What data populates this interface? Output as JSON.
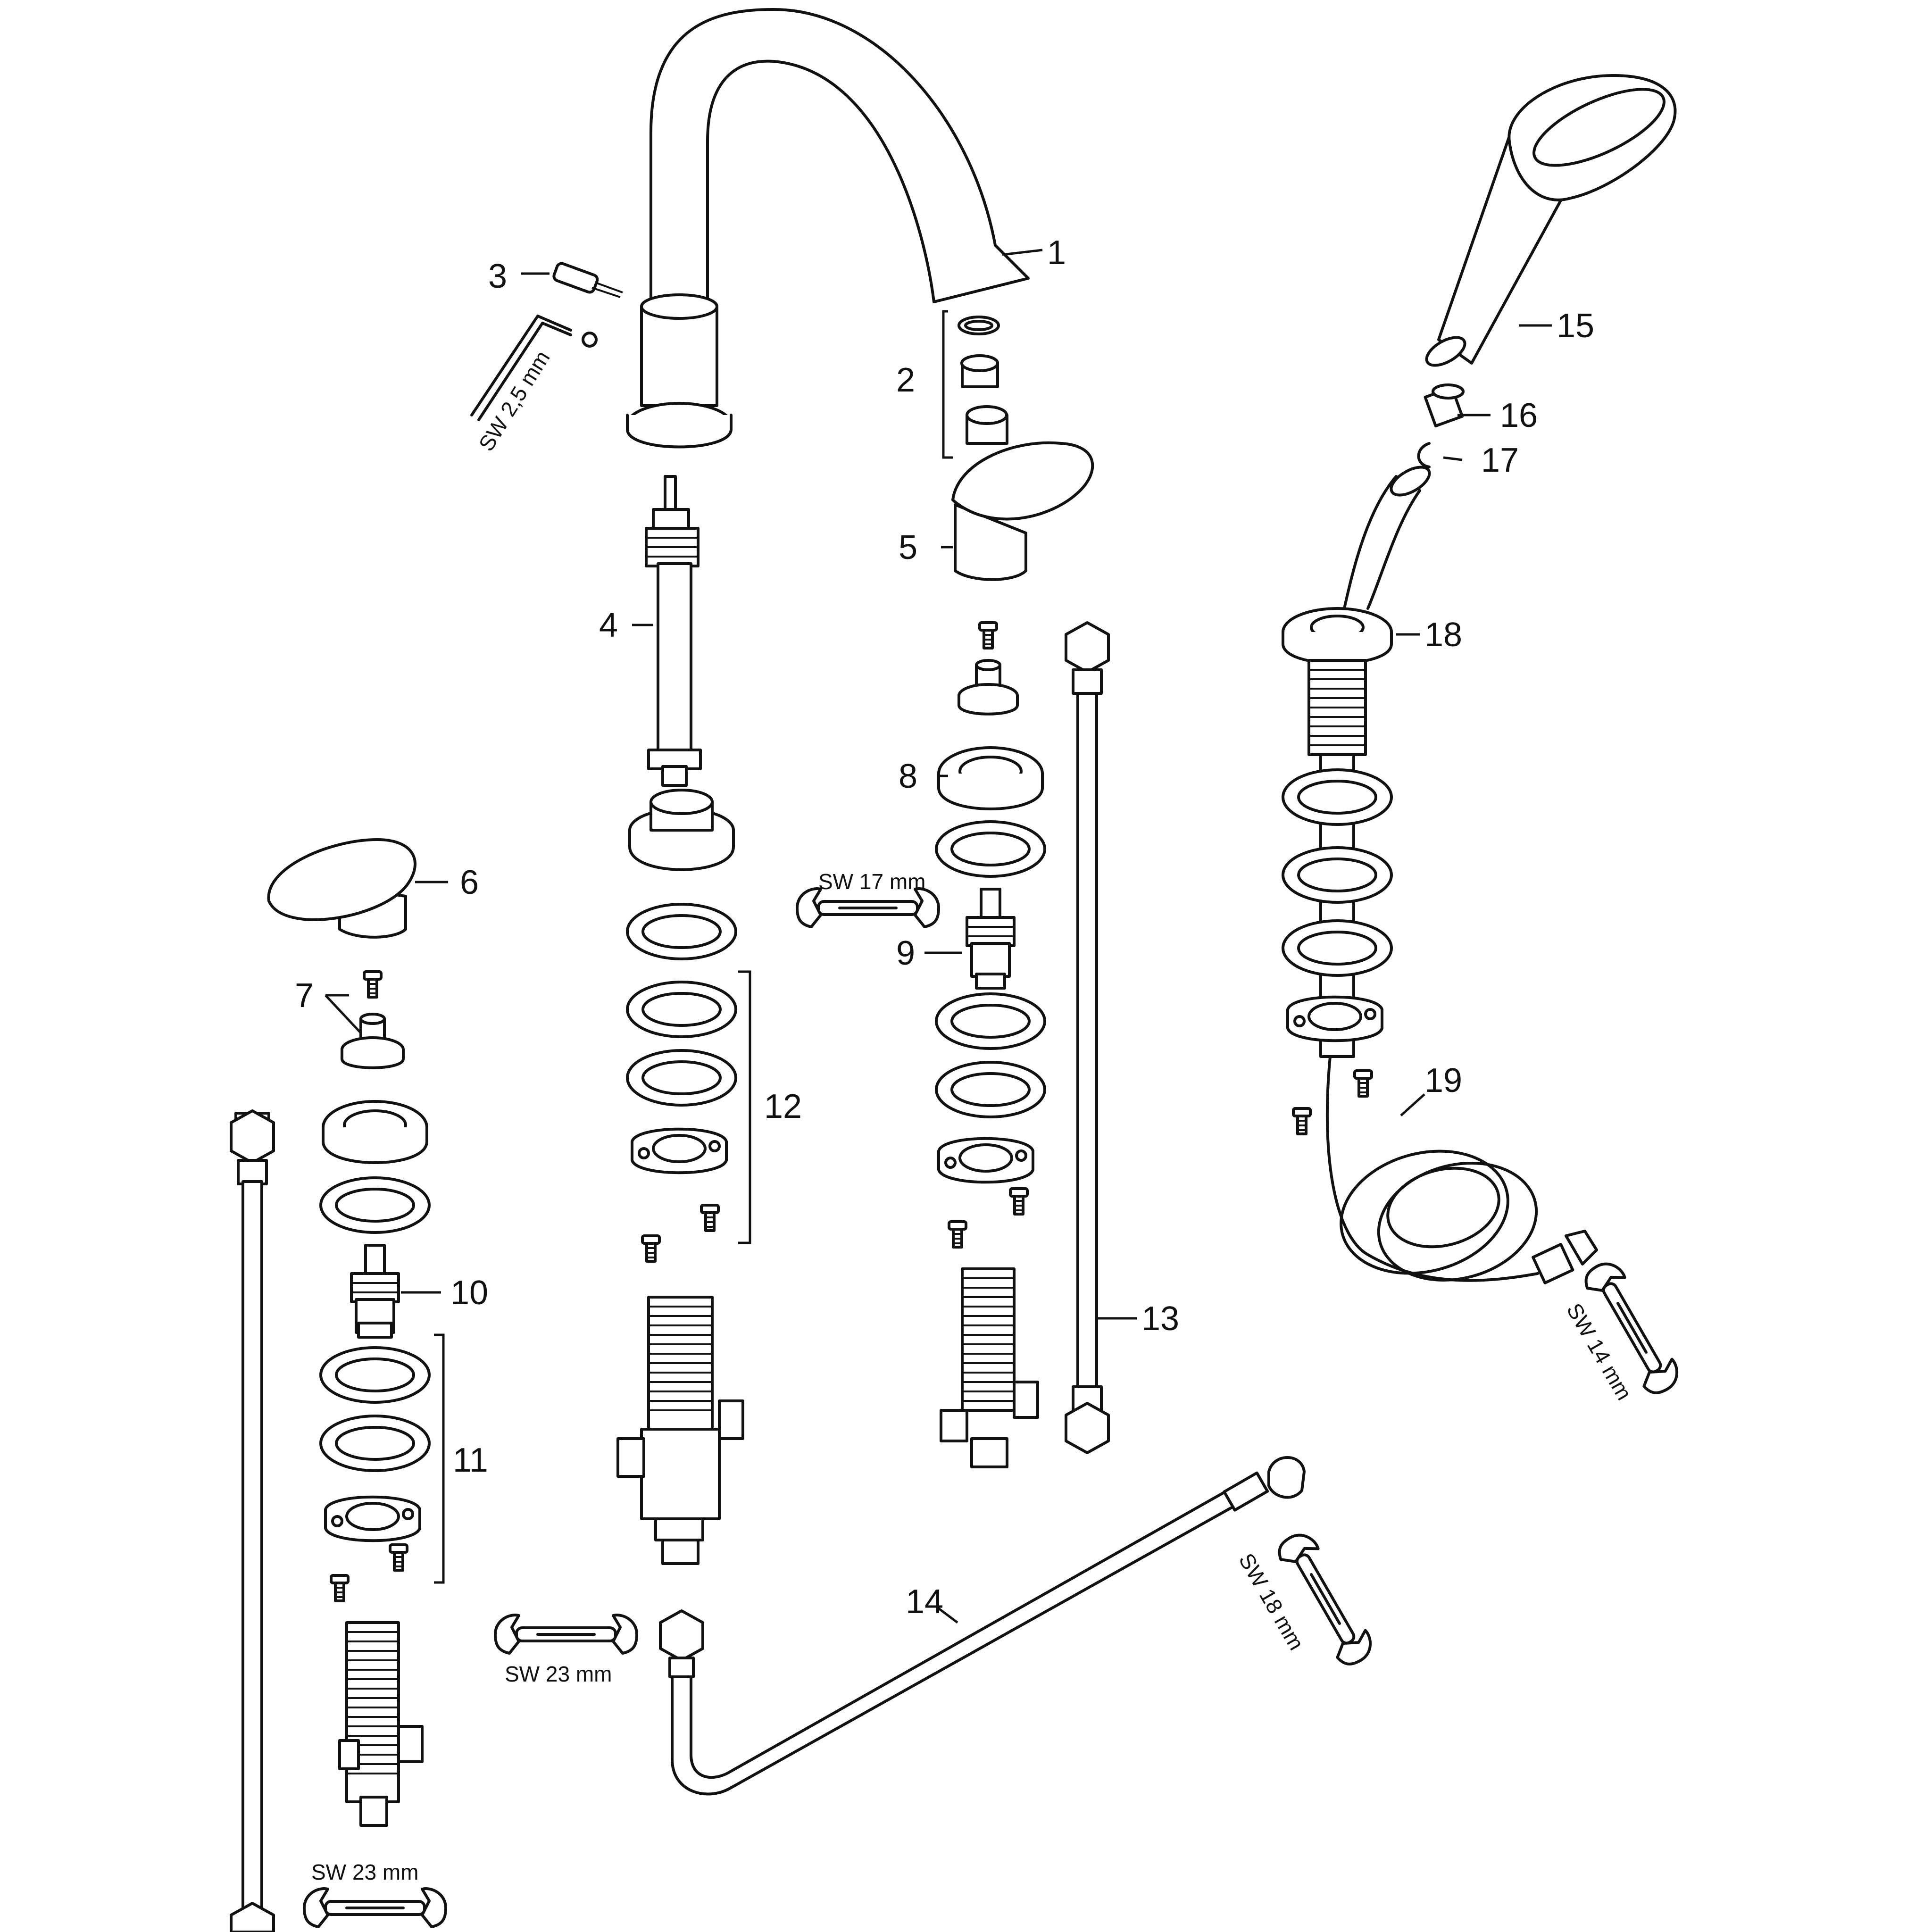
{
  "labels": {
    "p1": "1",
    "p2": "2",
    "p3": "3",
    "p4": "4",
    "p5": "5",
    "p6": "6",
    "p7": "7",
    "p8": "8",
    "p9": "9",
    "p10": "10",
    "p11": "11",
    "p12": "12",
    "p13": "13",
    "p14": "14",
    "p15": "15",
    "p16": "16",
    "p17": "17",
    "p18": "18",
    "p19": "19"
  },
  "tools": {
    "hex_key": "SW 2,5 mm",
    "wrench_17": "SW 17 mm",
    "wrench_23_center": "SW 23 mm",
    "wrench_23_bottom": "SW 23 mm",
    "wrench_18": "SW 18 mm",
    "wrench_14": "SW 14 mm"
  }
}
